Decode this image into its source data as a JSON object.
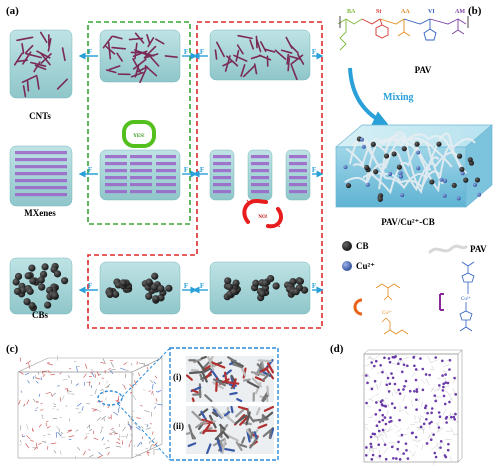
{
  "panel_a": {
    "label": "(a)",
    "rows": [
      "CNTs",
      "MXenes",
      "CBs"
    ],
    "force_label": "F",
    "yes_text": "YES!",
    "no_text": "NO!"
  },
  "panel_b": {
    "label": "(b)",
    "monomers": [
      "BA",
      "St",
      "AA",
      "VI",
      "AM"
    ],
    "polymer_name": "PAV",
    "mixing_label": "Mixing",
    "composite_name": "PAV/Cu²⁺-CB",
    "legend": {
      "cb": "CB",
      "cu": "Cu²⁺",
      "pav": "PAV"
    }
  },
  "panel_c": {
    "label": "(c)",
    "inset_i": "(i)",
    "inset_ii": "(ii)"
  },
  "panel_d": {
    "label": "(d)"
  },
  "colors": {
    "gel": "#a8d3d6",
    "cnt": "#7a2a55",
    "mxene": "#9a63c8",
    "cb": "#2f2f2f",
    "green_frame": "#3aa53a",
    "red_frame": "#e02a2a",
    "arrow": "#2aa0d8",
    "cu": "#4a66b0"
  }
}
